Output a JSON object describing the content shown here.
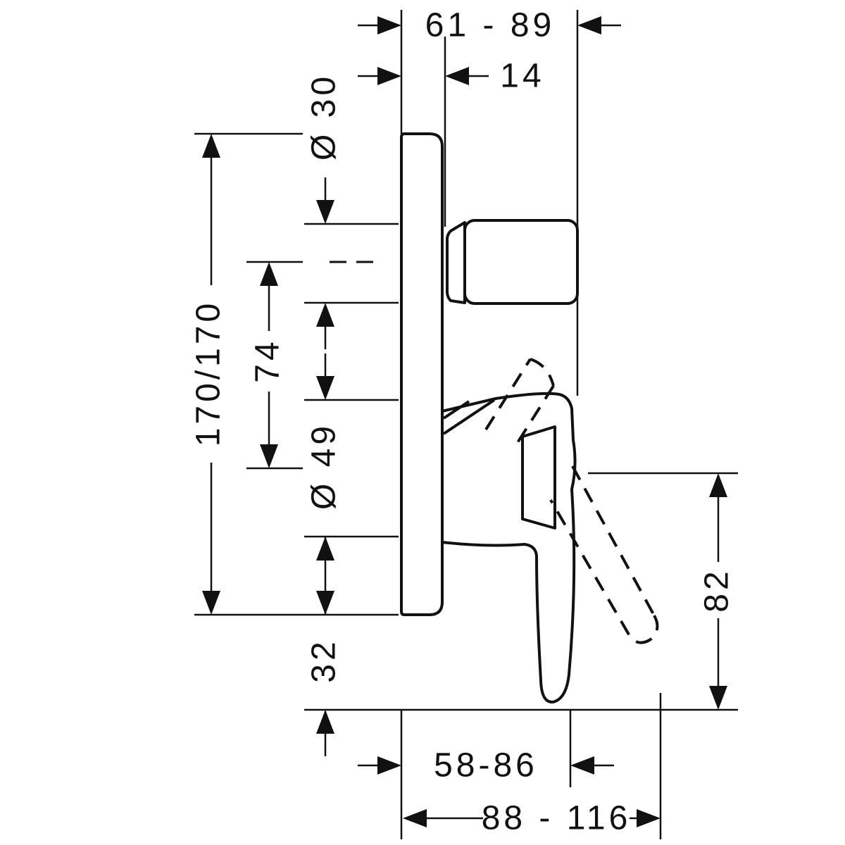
{
  "drawing": {
    "type": "technical-dimension-drawing",
    "subject": "concealed single-lever mixer valve, side view",
    "units": "mm",
    "colors": {
      "line": "#111111",
      "background": "#ffffff"
    },
    "dims": {
      "wall_depth_range": "61 - 89",
      "knob_projection": "14",
      "knob_diameter": "Ø 30",
      "plate_dimensions": "170/170",
      "control_spacing": "74",
      "sleeve_diameter": "Ø 49",
      "bottom_offset": "32",
      "lever_drop": "82",
      "depth_range_inner": "58-86",
      "depth_range_total": "88 - 116"
    }
  }
}
